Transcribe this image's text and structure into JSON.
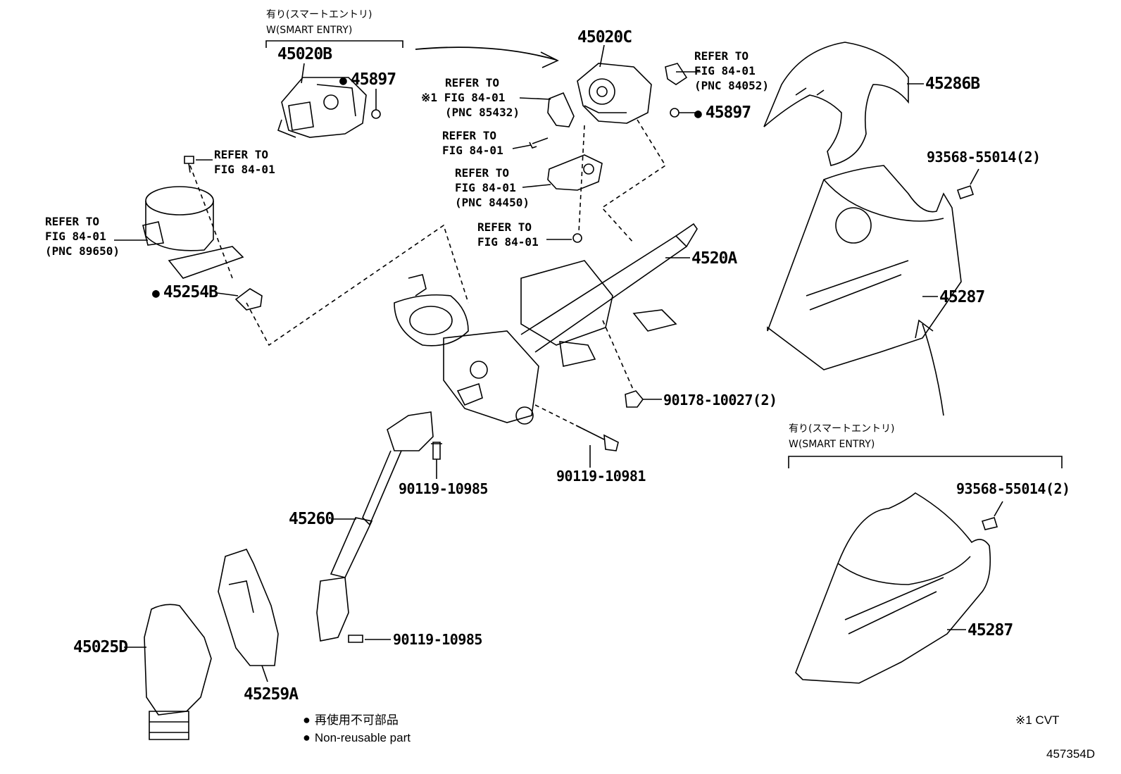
{
  "smart_entry_note": {
    "jp": "有り(スマートエントリ)",
    "en": "W(SMART ENTRY)"
  },
  "parts": {
    "p45020B": "45020B",
    "p45897": "45897",
    "p45020C": "45020C",
    "p45286B": "45286B",
    "p93568": "93568-55014(2)",
    "p45287": "45287",
    "p4520A": "4520A",
    "p45254B": "45254B",
    "p90178": "90178-10027(2)",
    "p90119_10981": "90119-10981",
    "p90119_10985": "90119-10985",
    "p45260": "45260",
    "p45025D": "45025D",
    "p45259A": "45259A"
  },
  "refs": {
    "r85432_mark": "※1",
    "r_refer_to": "REFER TO",
    "r_fig": "FIG 84-01",
    "pnc_85432": "(PNC 85432)",
    "pnc_84052": "(PNC 84052)",
    "pnc_84450": "(PNC 84450)",
    "pnc_89650": "(PNC 89650)"
  },
  "legend": {
    "jp": "再使用不可部品",
    "en": "Non-reusable part",
    "bullet": "●",
    "footnote": "※1 CVT"
  },
  "diagram_id": "457354D"
}
